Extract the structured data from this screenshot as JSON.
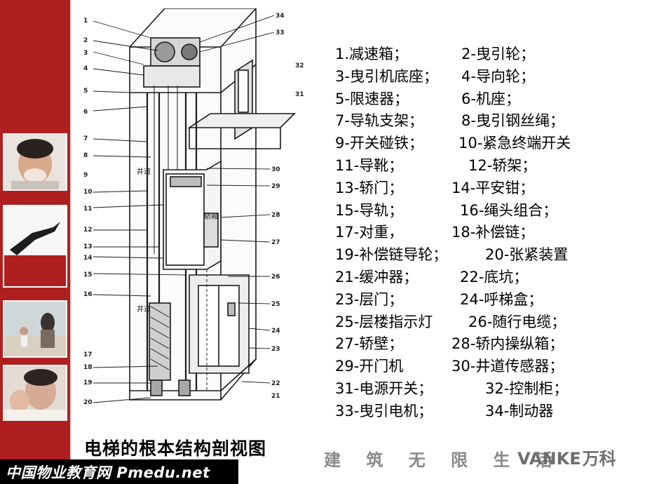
{
  "legend": {
    "rows": [
      {
        "left": "1.减速箱；",
        "right": "2-曳引轮；"
      },
      {
        "left": "3-曳引机底座；",
        "right": "4-导向轮；"
      },
      {
        "left": "5-限速器；",
        "right": "6-机座；"
      },
      {
        "left": "7-导轨支架；",
        "right": "8-曳引钢丝绳；"
      },
      {
        "left": "9-开关碰铁；",
        "right": "10-紧急终端开关"
      },
      {
        "left": "11-导靴；",
        "right": "12-轿架；"
      },
      {
        "left": "13-轿门；",
        "right": "14-平安钳；"
      },
      {
        "left": "15-导轨；",
        "right": "16-绳头组合；"
      },
      {
        "left": "17-对重，",
        "right": "18-补偿链；"
      },
      {
        "left": "19-补偿链导轮；",
        "right": "20-张紧装置"
      },
      {
        "left": "21-缓冲器；",
        "right": "22-底坑；"
      },
      {
        "left": "23-层门；",
        "right": "24-呼梯盒；"
      },
      {
        "left": "25-层楼指示灯",
        "right": "26-随行电缆；"
      },
      {
        "left": "27-轿壁；",
        "right": "28-轿内操纵箱；"
      },
      {
        "left": "29-开门机",
        "right": "30-井道传感器；"
      },
      {
        "left": "31-电源开关；",
        "right": "32-控制柜；"
      },
      {
        "left": "33-曳引电机；",
        "right": "34-制动器"
      }
    ]
  },
  "caption": "电梯的根本结构剖视图",
  "slogan": "建 筑 无 限 生 活",
  "logo": {
    "latin": "VANKE",
    "cn": "万科"
  },
  "footer": "中国物业教育网 Pmedu.net",
  "drawing": {
    "labels_left": [
      "1",
      "2",
      "3",
      "4",
      "5",
      "6",
      "7",
      "8",
      "9",
      "10",
      "11",
      "12",
      "13",
      "14",
      "15",
      "16",
      "17",
      "18",
      "19",
      "20"
    ],
    "labels_right": [
      "34",
      "33",
      "32",
      "31",
      "30",
      "29",
      "28",
      "27",
      "26",
      "25",
      "24",
      "23",
      "22",
      "21"
    ],
    "shaft_text": "井道",
    "car_text": "轿厢"
  },
  "colors": {
    "brand_red": "#b01f1f",
    "footer_black": "#000000",
    "slogan_gray": "#8a8a8a"
  }
}
